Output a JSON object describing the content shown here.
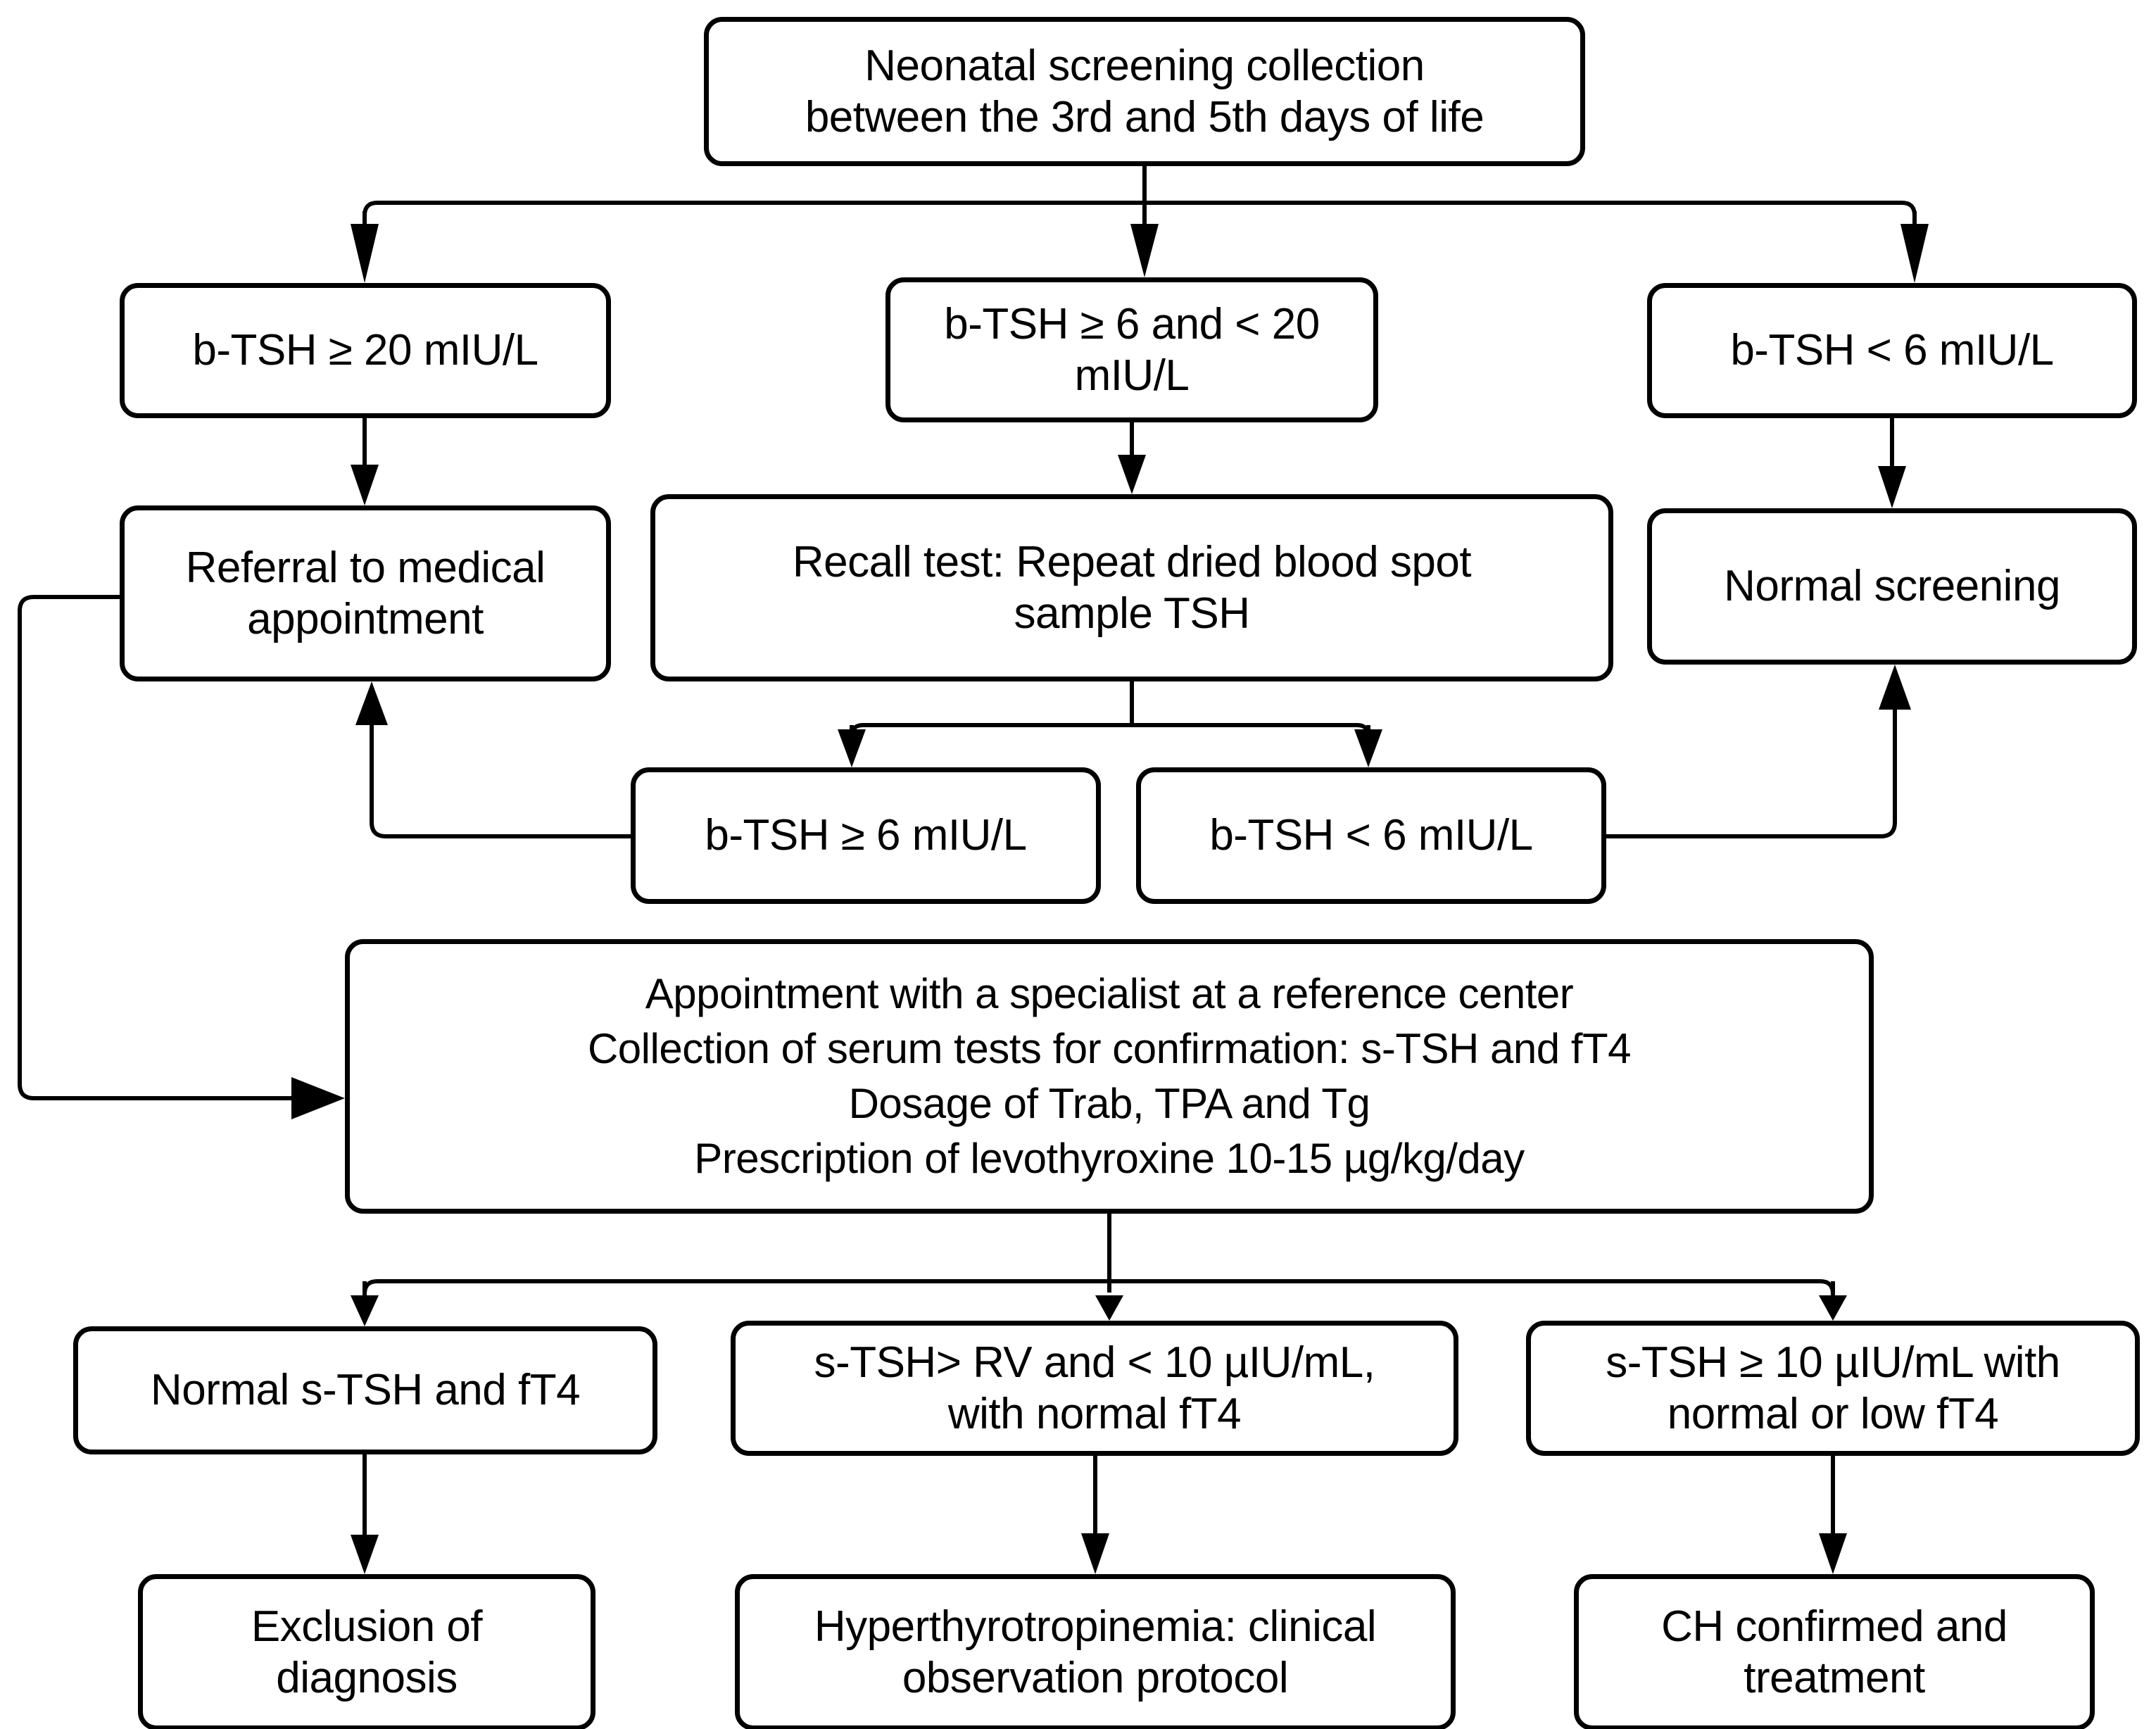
{
  "diagram": {
    "title": "Neonatal screening and congenital hypothyroidism diagnostic flowchart",
    "stroke_color": "#000000",
    "fill_color": "#ffffff"
  },
  "nodes": {
    "collection": "Neonatal screening collection\nbetween the 3rd and 5th days of life",
    "tsh20": "b-TSH ≥ 20 mIU/L",
    "tsh6_20": "b-TSH ≥ 6 and < 20\nmIU/L",
    "tsh_lt6": "b-TSH < 6 mIU/L",
    "referral": "Referral to medical\nappointment",
    "recall": "Recall test: Repeat dried blood spot\nsample TSH",
    "normal_screening": "Normal screening",
    "tsh_ge6_repeat": "b-TSH ≥ 6 mIU/L",
    "tsh_lt6_repeat": "b-TSH < 6 mIU/L",
    "appointment": "Appointment with a specialist at a reference center\nCollection of serum tests for confirmation: s-TSH and fT4\nDosage of Trab, TPA and Tg\nPrescription of levothyroxine 10-15 µg/kg/day",
    "normal_stsh_ft4": "Normal s-TSH and fT4",
    "stsh_rv_lt10": "s-TSH> RV  and < 10 µIU/mL,\nwith normal fT4",
    "stsh_ge10": "s-TSH ≥ 10 µIU/mL with\nnormal or low fT4",
    "exclusion": "Exclusion of\ndiagnosis",
    "hyperthyrotropinemia": "Hyperthyrotropinemia: clinical\nobservation protocol",
    "ch_confirmed": "CH confirmed and\ntreatment"
  },
  "edges": [
    {
      "from": "collection",
      "to": "tsh20",
      "type": "split-arrow"
    },
    {
      "from": "collection",
      "to": "tsh6_20",
      "type": "split-arrow"
    },
    {
      "from": "collection",
      "to": "tsh_lt6",
      "type": "split-arrow"
    },
    {
      "from": "tsh20",
      "to": "referral",
      "type": "arrow-down"
    },
    {
      "from": "tsh6_20",
      "to": "recall",
      "type": "arrow-down"
    },
    {
      "from": "tsh_lt6",
      "to": "normal_screening",
      "type": "arrow-down"
    },
    {
      "from": "recall",
      "to": "tsh_ge6_repeat",
      "type": "split-arrow"
    },
    {
      "from": "recall",
      "to": "tsh_lt6_repeat",
      "type": "split-arrow"
    },
    {
      "from": "tsh_ge6_repeat",
      "to": "referral",
      "type": "elbow-left-up-arrow"
    },
    {
      "from": "tsh_lt6_repeat",
      "to": "normal_screening",
      "type": "elbow-right-up-arrow"
    },
    {
      "from": "referral",
      "to": "appointment",
      "type": "elbow-left-down-right-arrow"
    },
    {
      "from": "appointment",
      "to": "normal_stsh_ft4",
      "type": "split-arrow"
    },
    {
      "from": "appointment",
      "to": "stsh_rv_lt10",
      "type": "split-arrow"
    },
    {
      "from": "appointment",
      "to": "stsh_ge10",
      "type": "split-arrow"
    },
    {
      "from": "normal_stsh_ft4",
      "to": "exclusion",
      "type": "arrow-down"
    },
    {
      "from": "stsh_rv_lt10",
      "to": "hyperthyrotropinemia",
      "type": "arrow-down"
    },
    {
      "from": "stsh_ge10",
      "to": "ch_confirmed",
      "type": "arrow-down"
    }
  ]
}
